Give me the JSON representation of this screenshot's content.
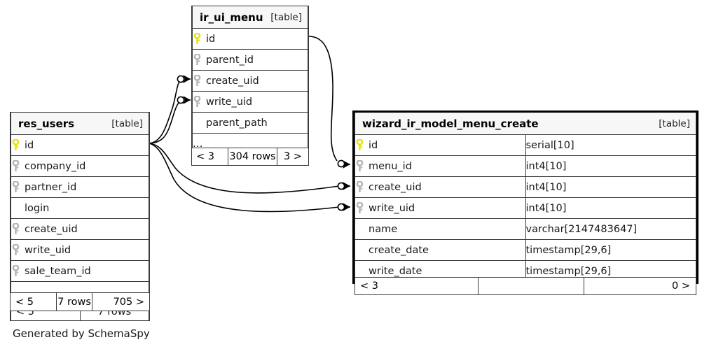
{
  "diagram": {
    "caption": "Generated by SchemaSpy",
    "table_tag": "[table]",
    "more_glyph": "…",
    "pk_color": "#e8e000",
    "fk_color": "#b3b3b3",
    "edge_color": "#000000"
  },
  "tables": [
    {
      "id": "res_users",
      "name": "res_users",
      "tag": "[table]",
      "columns": [
        {
          "name": "id",
          "key": "pk"
        },
        {
          "name": "company_id",
          "key": "fk"
        },
        {
          "name": "partner_id",
          "key": "fk"
        },
        {
          "name": "login",
          "key": "none"
        },
        {
          "name": "create_uid",
          "key": "fk"
        },
        {
          "name": "write_uid",
          "key": "fk"
        },
        {
          "name": "sale_team_id",
          "key": "fk"
        }
      ],
      "has_more": true,
      "footer": {
        "left": "< 5",
        "mid": "7 rows",
        "right": "705 >"
      }
    },
    {
      "id": "ir_ui_menu",
      "name": "ir_ui_menu",
      "tag": "[table]",
      "columns": [
        {
          "name": "id",
          "key": "pk"
        },
        {
          "name": "parent_id",
          "key": "fk"
        },
        {
          "name": "create_uid",
          "key": "fk"
        },
        {
          "name": "write_uid",
          "key": "fk"
        },
        {
          "name": "parent_path",
          "key": "none"
        }
      ],
      "has_more": true,
      "footer": {
        "left": "< 3",
        "mid": "304 rows",
        "right": "3 >"
      }
    },
    {
      "id": "wizard_ir_model_menu_create",
      "name": "wizard_ir_model_menu_create",
      "tag": "[table]",
      "columns": [
        {
          "name": "id",
          "key": "pk",
          "type": "serial[10]"
        },
        {
          "name": "menu_id",
          "key": "fk",
          "type": "int4[10]"
        },
        {
          "name": "create_uid",
          "key": "fk",
          "type": "int4[10]"
        },
        {
          "name": "write_uid",
          "key": "fk",
          "type": "int4[10]"
        },
        {
          "name": "name",
          "key": "none",
          "type": "varchar[2147483647]"
        },
        {
          "name": "create_date",
          "key": "none",
          "type": "timestamp[29,6]"
        },
        {
          "name": "write_date",
          "key": "none",
          "type": "timestamp[29,6]"
        }
      ],
      "has_more": false,
      "footer": {
        "left": "< 3",
        "mid": "",
        "right": "0 >"
      }
    }
  ],
  "relationships": [
    {
      "from": "res_users.id",
      "to": "ir_ui_menu.create_uid"
    },
    {
      "from": "res_users.id",
      "to": "ir_ui_menu.write_uid"
    },
    {
      "from": "res_users.id",
      "to": "wizard_ir_model_menu_create.create_uid"
    },
    {
      "from": "res_users.id",
      "to": "wizard_ir_model_menu_create.write_uid"
    },
    {
      "from": "ir_ui_menu.id",
      "to": "wizard_ir_model_menu_create.menu_id"
    }
  ]
}
